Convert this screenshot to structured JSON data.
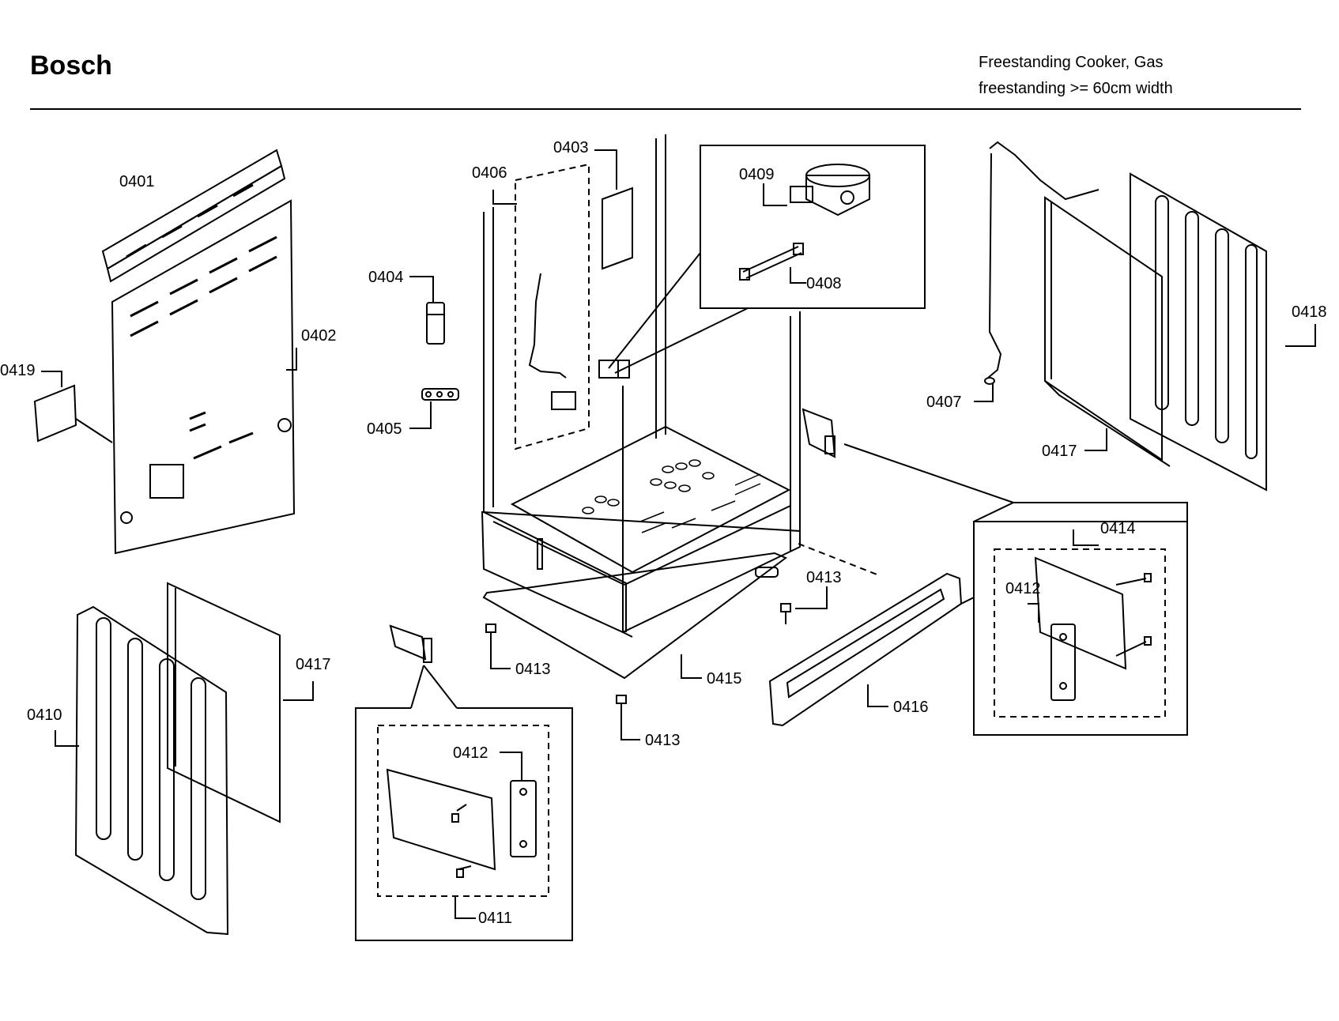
{
  "header": {
    "brand": "Bosch",
    "product_line1": "Freestanding Cooker, Gas",
    "product_line2": "freestanding >= 60cm width"
  },
  "part_labels": {
    "p0401": "0401",
    "p0402": "0402",
    "p0403": "0403",
    "p0404": "0404",
    "p0405": "0405",
    "p0406": "0406",
    "p0407": "0407",
    "p0408": "0408",
    "p0409": "0409",
    "p0410": "0410",
    "p0411": "0411",
    "p0412_a": "0412",
    "p0412_b": "0412",
    "p0413_a": "0413",
    "p0413_b": "0413",
    "p0413_c": "0413",
    "p0414": "0414",
    "p0415": "0415",
    "p0416": "0416",
    "p0417_a": "0417",
    "p0417_b": "0417",
    "p0418": "0418",
    "p0419": "0419"
  }
}
